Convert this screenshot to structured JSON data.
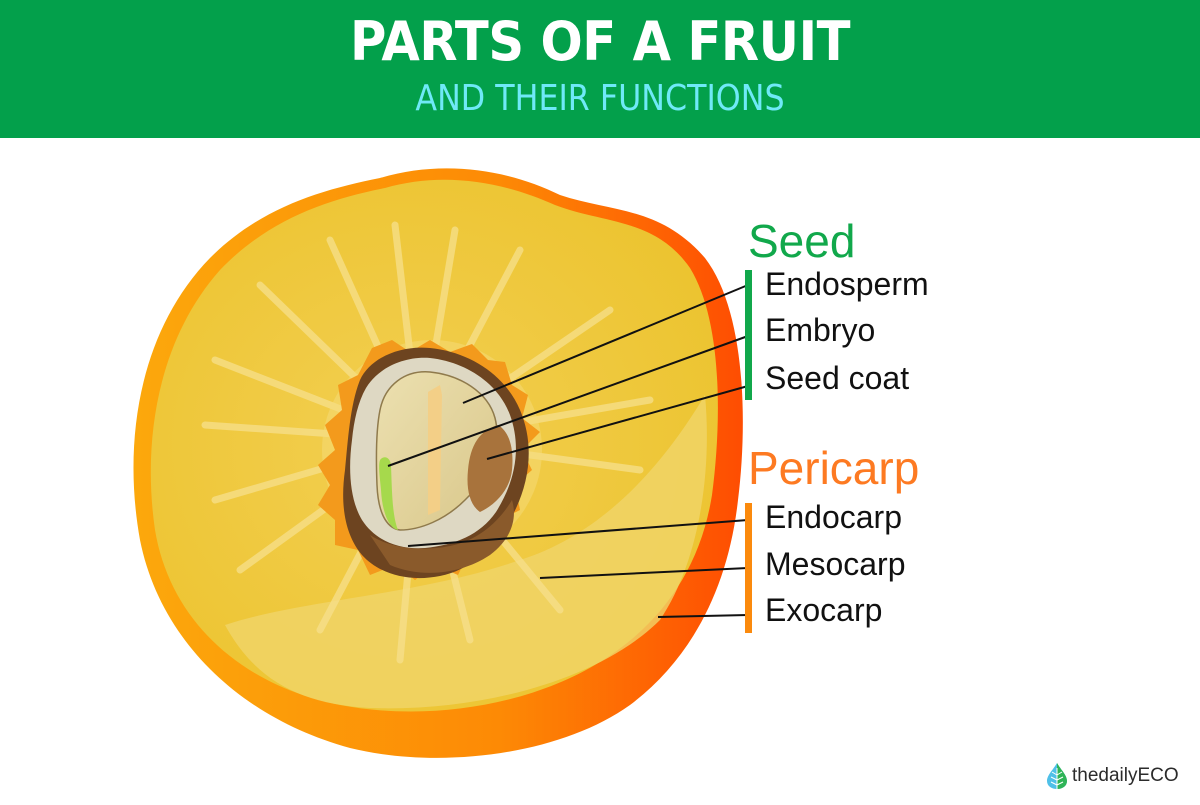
{
  "header": {
    "title": "PARTS OF A FRUIT",
    "subtitle": "AND THEIR FUNCTIONS",
    "background_color": "#03a04b",
    "subtitle_color": "#6fe9f7"
  },
  "diagram": {
    "subject": "Cross-section of a peach-like drupe fruit",
    "groups": [
      {
        "name": "Seed",
        "color": "#11a84b",
        "parts": [
          {
            "label": "Endosperm"
          },
          {
            "label": "Embryo"
          },
          {
            "label": "Seed coat"
          }
        ]
      },
      {
        "name": "Pericarp",
        "color": "#fd7a22",
        "parts": [
          {
            "label": "Endocarp"
          },
          {
            "label": "Mesocarp"
          },
          {
            "label": "Exocarp"
          }
        ]
      }
    ]
  },
  "brand": {
    "name": "thedailyECO",
    "icon": "leaf-drop-icon"
  }
}
